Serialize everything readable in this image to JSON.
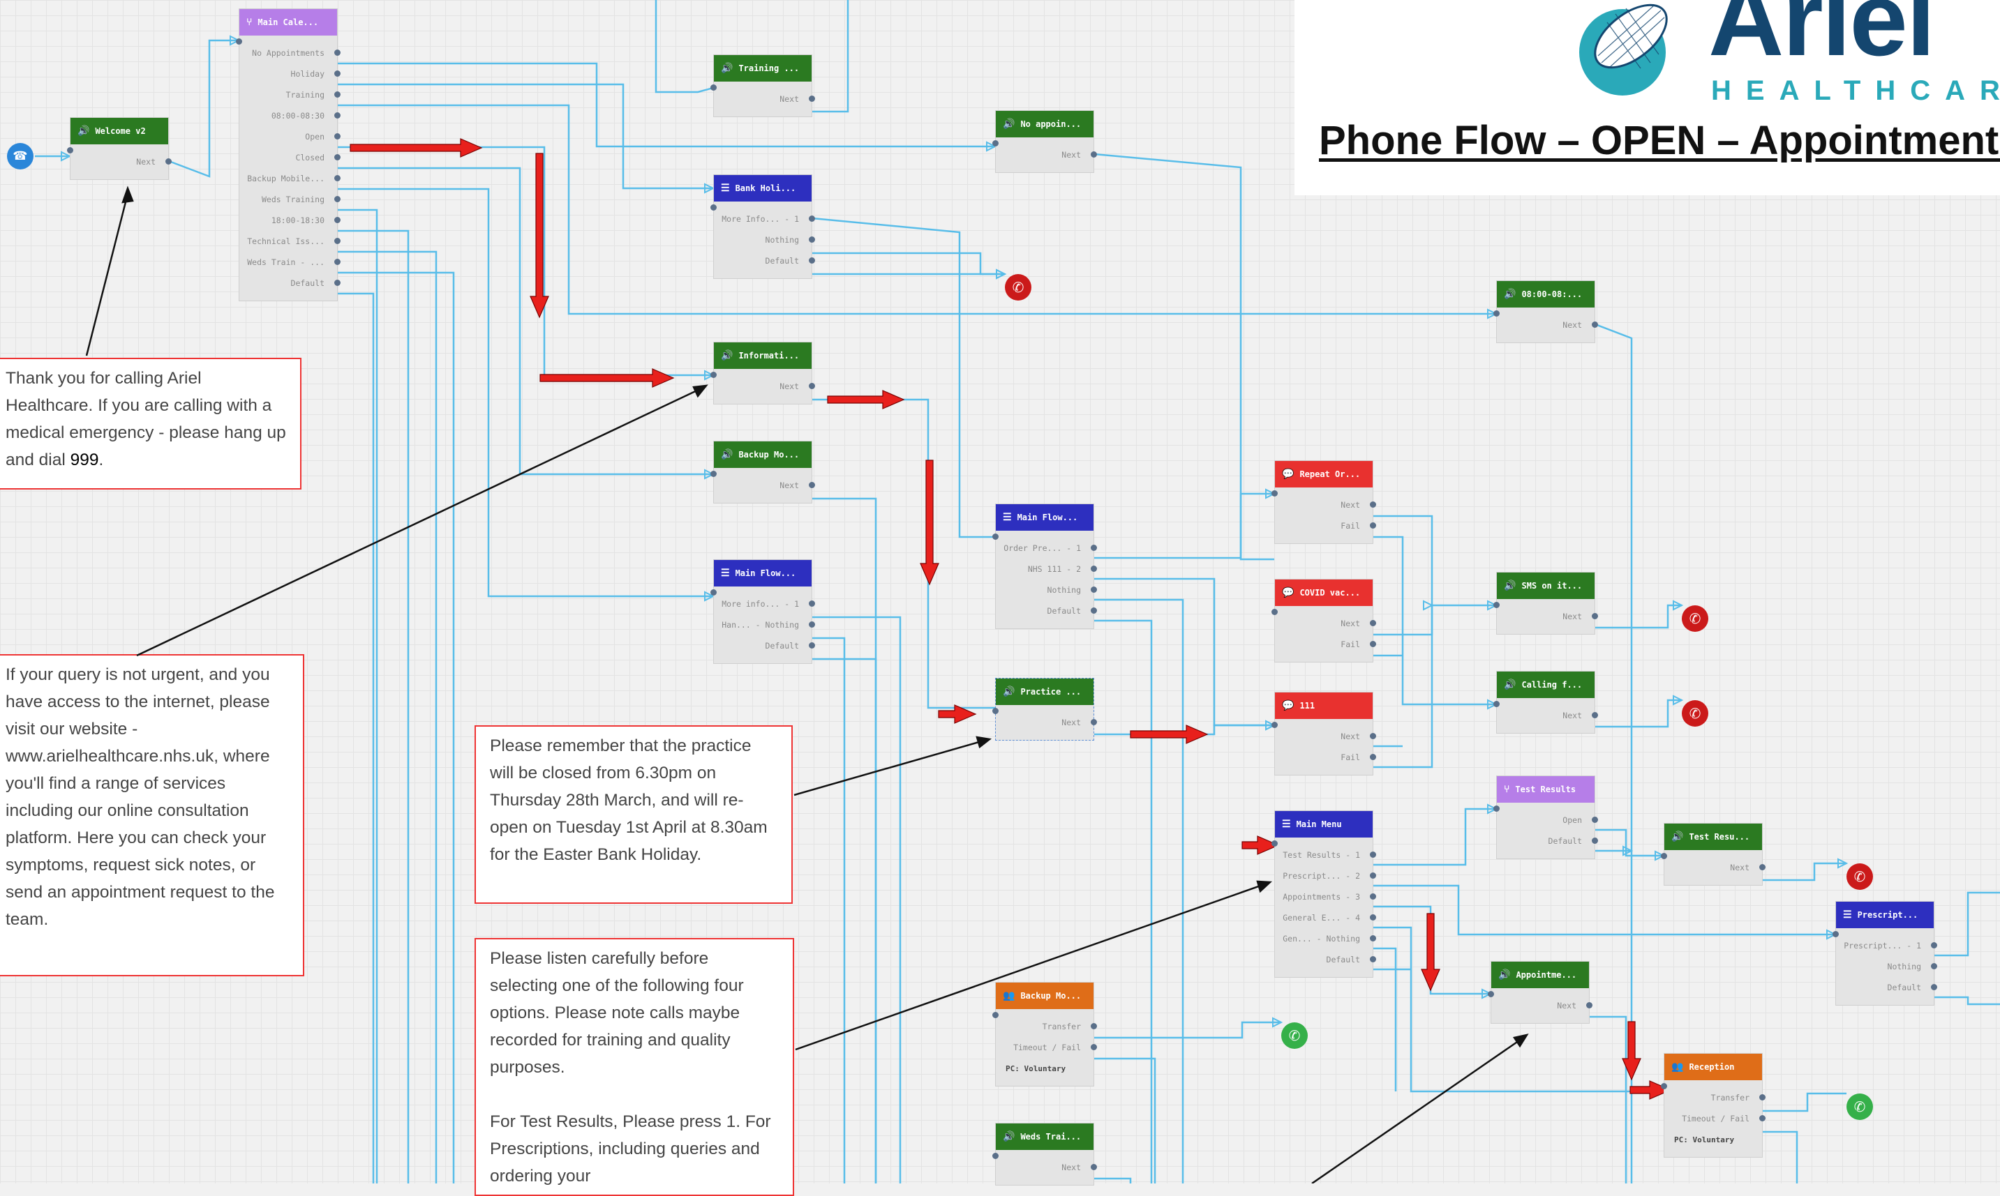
{
  "title": "Phone Flow – OPEN – Appointments",
  "logo": {
    "name": "Ariel",
    "sub": "HEALTHCARE"
  },
  "nodes": {
    "main_calendar": {
      "title": "Main Cale...",
      "icon": "branch-icon",
      "outputs": [
        "No Appointments",
        "Holiday",
        "Training",
        "08:00-08:30",
        "Open",
        "Closed",
        "Backup Mobile...",
        "Weds Training",
        "18:00-18:30",
        "Technical Iss...",
        "Weds Train - ...",
        "Default"
      ]
    },
    "welcome": {
      "title": "Welcome v2",
      "icon": "speaker-icon",
      "outputs": [
        "Next"
      ]
    },
    "training": {
      "title": "Training ...",
      "icon": "speaker-icon",
      "outputs": [
        "Next"
      ]
    },
    "no_appointments": {
      "title": "No appoin...",
      "icon": "speaker-icon",
      "outputs": [
        "Next"
      ]
    },
    "bank_holiday": {
      "title": "Bank Holi...",
      "icon": "menu-icon",
      "outputs": [
        "More Info... - 1",
        "Nothing",
        "Default"
      ]
    },
    "slot_0800": {
      "title": "08:00-08:...",
      "icon": "speaker-icon",
      "outputs": [
        "Next"
      ]
    },
    "information": {
      "title": "Informati...",
      "icon": "speaker-icon",
      "outputs": [
        "Next"
      ]
    },
    "backup_mobile": {
      "title": "Backup Mo...",
      "icon": "speaker-icon",
      "outputs": [
        "Next"
      ]
    },
    "main_flow_a": {
      "title": "Main Flow...",
      "icon": "menu-icon",
      "outputs": [
        "More info... - 1",
        "Han... - Nothing",
        "Default"
      ]
    },
    "main_flow_b": {
      "title": "Main Flow...",
      "icon": "menu-icon",
      "outputs": [
        "Order Pre... - 1",
        "NHS 111 - 2",
        "Nothing",
        "Default"
      ]
    },
    "repeat_order": {
      "title": "Repeat Or...",
      "icon": "sms-icon",
      "outputs": [
        "Next",
        "Fail"
      ]
    },
    "covid": {
      "title": "COVID vac...",
      "icon": "sms-icon",
      "outputs": [
        "Next",
        "Fail"
      ]
    },
    "nhs111": {
      "title": "111",
      "icon": "sms-icon",
      "outputs": [
        "Next",
        "Fail"
      ]
    },
    "sms_on_its_way": {
      "title": "SMS on it...",
      "icon": "speaker-icon",
      "outputs": [
        "Next"
      ]
    },
    "calling": {
      "title": "Calling f...",
      "icon": "speaker-icon",
      "outputs": [
        "Next"
      ]
    },
    "practice": {
      "title": "Practice ...",
      "icon": "speaker-icon",
      "outputs": [
        "Next"
      ]
    },
    "test_results_cal": {
      "title": "Test Results",
      "icon": "branch-icon",
      "outputs": [
        "Open",
        "Default"
      ]
    },
    "test_results_msg": {
      "title": "Test Resu...",
      "icon": "speaker-icon",
      "outputs": [
        "Next"
      ]
    },
    "main_menu": {
      "title": "Main Menu",
      "icon": "menu-icon",
      "outputs": [
        "Test Results - 1",
        "Prescript... - 2",
        "Appointments - 3",
        "General E... - 4",
        "Gen... - Nothing",
        "Default"
      ]
    },
    "prescriptions": {
      "title": "Prescript...",
      "icon": "menu-icon",
      "outputs": [
        "Prescript... - 1",
        "Nothing",
        "Default"
      ]
    },
    "appointments": {
      "title": "Appointme...",
      "icon": "speaker-icon",
      "outputs": [
        "Next"
      ]
    },
    "backup_mobile_queue": {
      "title": "Backup Mo...",
      "icon": "queue-icon",
      "outputs": [
        "Transfer",
        "Timeout / Fail"
      ],
      "footer": "PC: Voluntary"
    },
    "reception": {
      "title": "Reception",
      "icon": "queue-icon",
      "outputs": [
        "Transfer",
        "Timeout / Fail"
      ],
      "footer": "PC: Voluntary"
    },
    "weds_training": {
      "title": "Weds Trai...",
      "icon": "speaker-icon",
      "outputs": [
        "Next"
      ]
    }
  },
  "annotations": {
    "welcome_before": "Thank you for calling Ariel Healthcare. If you are calling with a medical emergency - please hang up and dial ",
    "welcome_number": "999",
    "welcome_after": ".",
    "information": "If your query is not urgent, and you have access to the internet, please visit our website - www.arielhealthcare.nhs.uk, where you'll find a range of services including our online consultation platform. Here you can check your symptoms, request sick notes, or send an appointment request to the team.",
    "practice": "Please remember that the practice will be closed from 6.30pm on Thursday 28th March, and will re-open on Tuesday 1st April at 8.30am for the Easter Bank Holiday.",
    "menu_p1": "Please listen carefully before selecting one of the following four options. Please note calls maybe recorded for training and quality purposes.",
    "menu_p2": "For Test Results, Please press 1. For Prescriptions, including queries and ordering your"
  },
  "colors": {
    "speak": "#2b7a21",
    "menu": "#2d2fbf",
    "branch": "#b67ee8",
    "sms": "#e8312f",
    "queue": "#df6d18",
    "wire": "#58bde9",
    "highlight_arrow": "#e8201c",
    "hangup": "#cb1a1a",
    "transfer": "#35b049",
    "annotation_border": "#ee3333"
  }
}
